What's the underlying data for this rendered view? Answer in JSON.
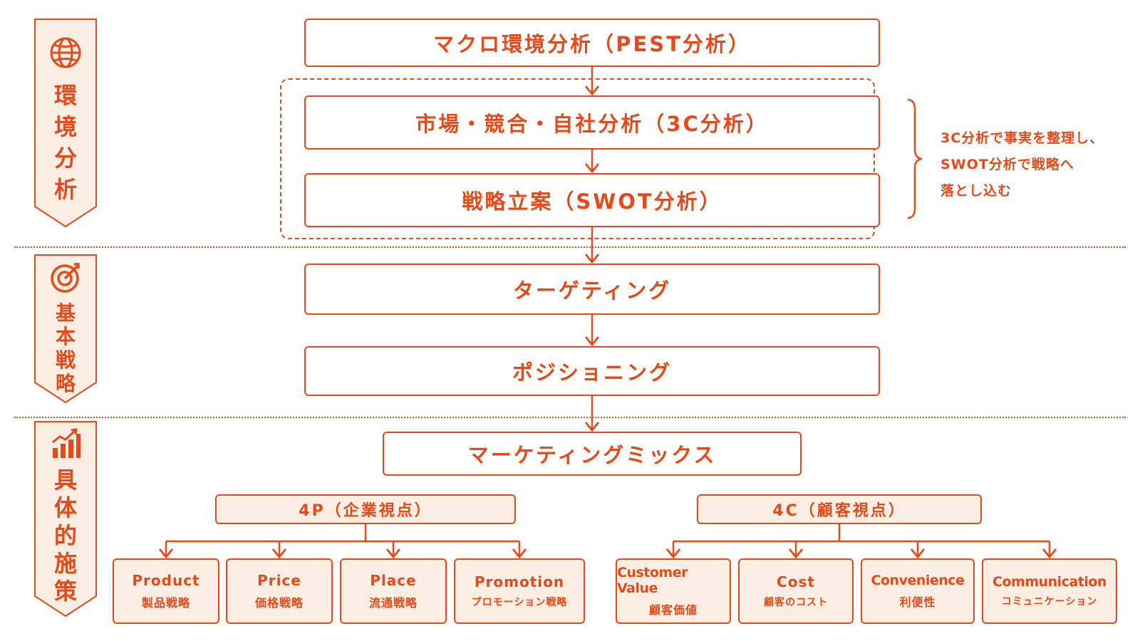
{
  "colors": {
    "accent": "#e64a19",
    "fill": "#fdeee4",
    "background": "#ffffff"
  },
  "stages": [
    {
      "label": "環境分析",
      "icon": "globe-icon"
    },
    {
      "label": "基本戦略",
      "icon": "target-icon"
    },
    {
      "label": "具体的施策",
      "icon": "growth-chart-icon"
    }
  ],
  "flow": {
    "pest": "マクロ環境分析（PEST分析）",
    "three_c": "市場・競合・自社分析（3C分析）",
    "swot": "戦略立案（SWOT分析）",
    "targeting": "ターゲティング",
    "positioning": "ポジショニング",
    "marketing_mix": "マーケティングミックス"
  },
  "note": {
    "lines": [
      "3C分析で事実を整理し、",
      "SWOT分析で戦略へ",
      "落とし込む"
    ]
  },
  "four_p": {
    "title": "4P（企業視点）",
    "items": [
      {
        "en": "Product",
        "ja": "製品戦略"
      },
      {
        "en": "Price",
        "ja": "価格戦略"
      },
      {
        "en": "Place",
        "ja": "流通戦略"
      },
      {
        "en": "Promotion",
        "ja": "プロモーション戦略"
      }
    ]
  },
  "four_c": {
    "title": "4C（顧客視点）",
    "items": [
      {
        "en": "Customer Value",
        "ja": "顧客価値"
      },
      {
        "en": "Cost",
        "ja": "顧客のコスト"
      },
      {
        "en": "Convenience",
        "ja": "利便性"
      },
      {
        "en": "Communication",
        "ja": "コミュニケーション"
      }
    ]
  }
}
